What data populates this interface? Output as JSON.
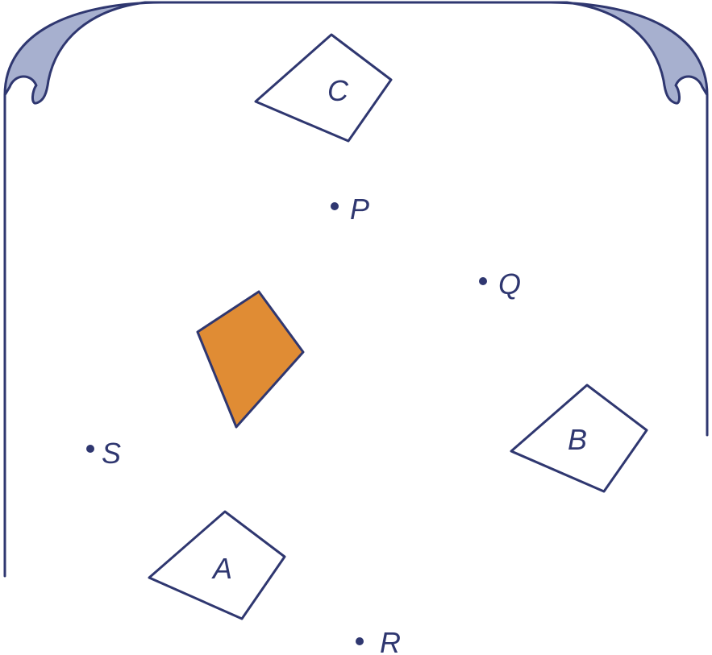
{
  "colors": {
    "outline": "#2f3770",
    "scroll_fill": "#a7b0cf",
    "shaded_fill": "#e08c34",
    "background": "#ffffff"
  },
  "shapes": {
    "shaded": {
      "label": ""
    },
    "A": {
      "label": "A"
    },
    "B": {
      "label": "B"
    },
    "C": {
      "label": "C"
    }
  },
  "points": {
    "P": {
      "label": "P"
    },
    "Q": {
      "label": "Q"
    },
    "R": {
      "label": "R"
    },
    "S": {
      "label": "S"
    }
  }
}
